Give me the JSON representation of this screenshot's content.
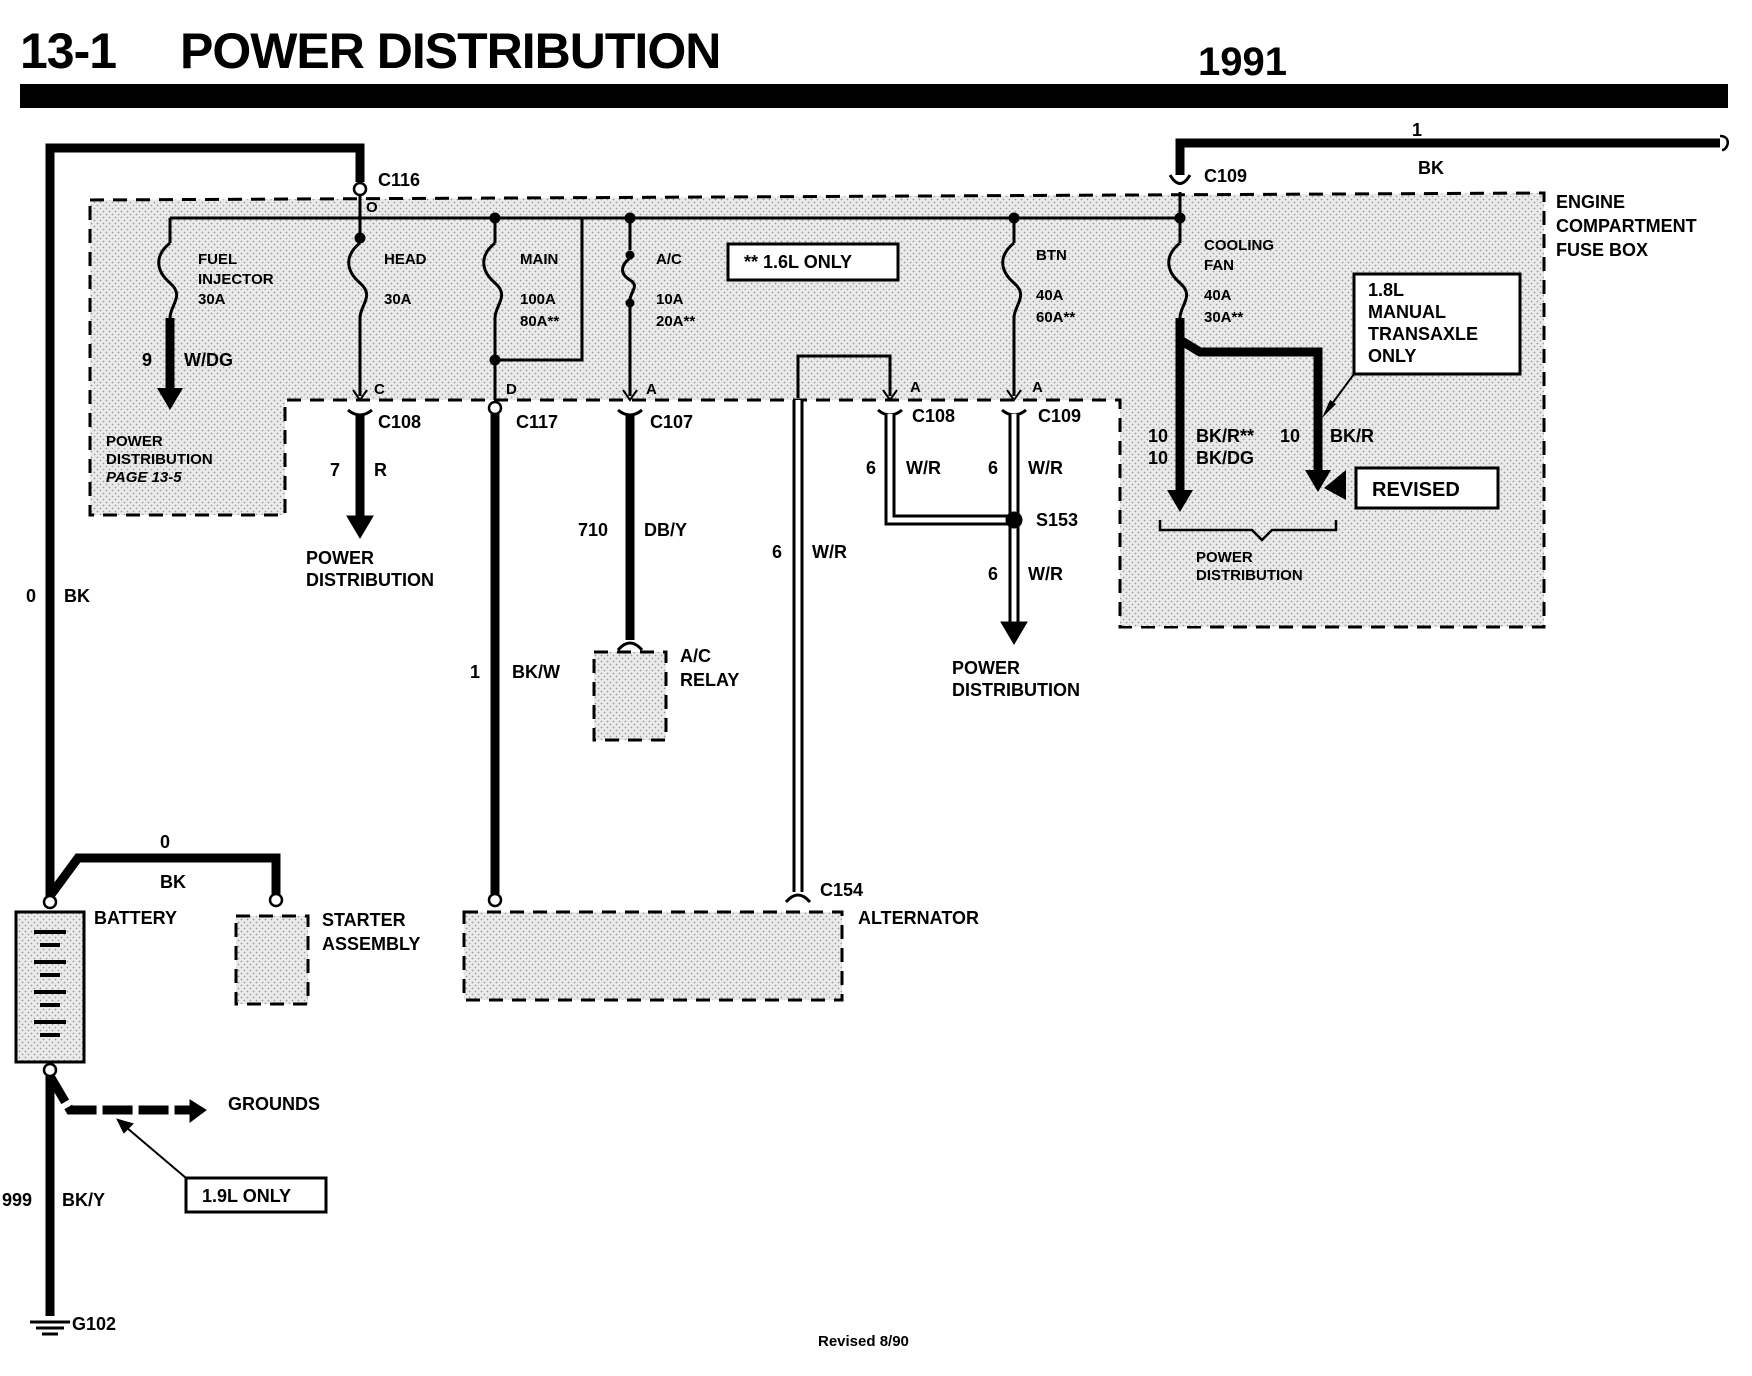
{
  "header": {
    "section": "13-1",
    "title": "POWER DISTRIBUTION",
    "year": "1991"
  },
  "fuse_box": {
    "label_line1": "ENGINE",
    "label_line2": "COMPARTMENT",
    "label_line3": "FUSE BOX",
    "note_16l": "** 1.6L ONLY",
    "note_18l_l1": "1.8L",
    "note_18l_l2": "MANUAL",
    "note_18l_l3": "TRANSAXLE",
    "note_18l_l4": "ONLY",
    "revised": "REVISED"
  },
  "fuses": {
    "fuel_l1": "FUEL",
    "fuel_l2": "INJECTOR",
    "fuel_l3": "30A",
    "head_l1": "HEAD",
    "head_l2": "30A",
    "main_l1": "MAIN",
    "main_l2": "100A",
    "main_l3": "80A**",
    "ac_l1": "A/C",
    "ac_l2": "10A",
    "ac_l3": "20A**",
    "btn_l1": "BTN",
    "btn_l2": "40A",
    "btn_l3": "60A**",
    "fan_l1": "COOLING",
    "fan_l2": "FAN",
    "fan_l3": "40A",
    "fan_l4": "30A**"
  },
  "connectors": {
    "c116": "C116",
    "c109_top": "C109",
    "c108_a": "C108",
    "c117": "C117",
    "c107": "C107",
    "c108_b": "C108",
    "c109_b": "C109",
    "s153": "S153",
    "c154": "C154",
    "g102": "G102",
    "pin_c": "C",
    "pin_d": "D",
    "pin_a1": "A",
    "pin_a2": "A",
    "pin_a3": "A",
    "pin_o": "O"
  },
  "wires": {
    "w1_num": "1",
    "w1_color": "BK",
    "w9_num": "9",
    "w9_color": "W/DG",
    "w7_num": "7",
    "w7_color": "R",
    "w0_num": "0",
    "w0_color": "BK",
    "wbat_num": "0",
    "wbat_color": "BK",
    "wbkw_num": "1",
    "wbkw_color": "BK/W",
    "w710_num": "710",
    "w710_color": "DB/Y",
    "w6alt_num": "6",
    "w6alt_color": "W/R",
    "w6a_num": "6",
    "w6a_color": "W/R",
    "w6b_num": "6",
    "w6b_color": "W/R",
    "w6c_num": "6",
    "w6c_color": "W/R",
    "fan1_num": "10",
    "fan1_color": "BK/R**",
    "fan2_num": "10",
    "fan2_color": "BK/DG",
    "fan3_num": "10",
    "fan3_color": "BK/R",
    "w999_num": "999",
    "w999_color": "BK/Y"
  },
  "destinations": {
    "pd_inset_l1": "POWER",
    "pd_inset_l2": "DISTRIBUTION",
    "pd_inset_l3": "PAGE 13-5",
    "pd_head_l1": "POWER",
    "pd_head_l2": "DISTRIBUTION",
    "pd_s153_l1": "POWER",
    "pd_s153_l2": "DISTRIBUTION",
    "pd_fan_l1": "POWER",
    "pd_fan_l2": "DISTRIBUTION"
  },
  "components": {
    "ac_relay_l1": "A/C",
    "ac_relay_l2": "RELAY",
    "battery": "BATTERY",
    "starter_l1": "STARTER",
    "starter_l2": "ASSEMBLY",
    "alternator": "ALTERNATOR",
    "grounds": "GROUNDS",
    "note_19l": "1.9L ONLY"
  },
  "footer": {
    "revised": "Revised 8/90"
  },
  "colors": {
    "ink": "#000000",
    "shade": "#d9d9d9",
    "paper": "#ffffff"
  }
}
